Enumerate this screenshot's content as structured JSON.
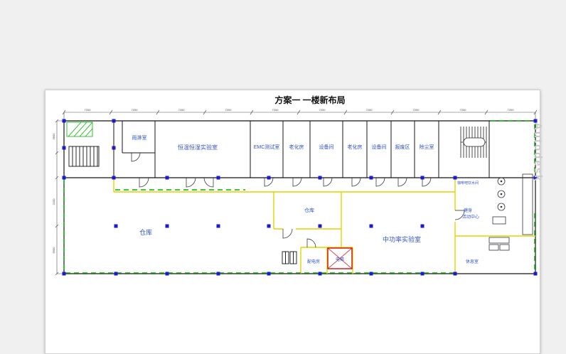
{
  "title": "方案一  一楼新布局",
  "watermark": "Autodesk",
  "rooms": {
    "rain": "雨淋室",
    "thermo": "恒温恒湿实验室",
    "emc": "EMC测试室",
    "aging1": "老化房",
    "equip1": "设备间",
    "aging2": "老化房",
    "equip2": "设备间",
    "scrap": "报废区",
    "dust": "除尘室",
    "warehouse_main": "仓库",
    "warehouse_small": "仓库",
    "mid_power": "中功率实验室",
    "power": "配电房",
    "elevator": "电梯",
    "coffee": "咖啡吧饮水间",
    "fitness_line1": "健身",
    "fitness_line2": "活动中心",
    "rest": "休息室"
  },
  "dimensions": {
    "top": [
      "7200",
      "7200",
      "7200",
      "7200",
      "7200",
      "7200",
      "7200",
      "7200",
      "7200",
      "7200"
    ],
    "left": [
      "3600",
      "2100",
      "6900"
    ]
  },
  "colors": {
    "wall_yellow": "#e0d400",
    "dash_green": "#00b400",
    "column_blue": "#1a1ad0",
    "label_blue": "#2f55cc",
    "elevator_red": "#cc1111",
    "watermark_gray": "#c9c9c9"
  }
}
